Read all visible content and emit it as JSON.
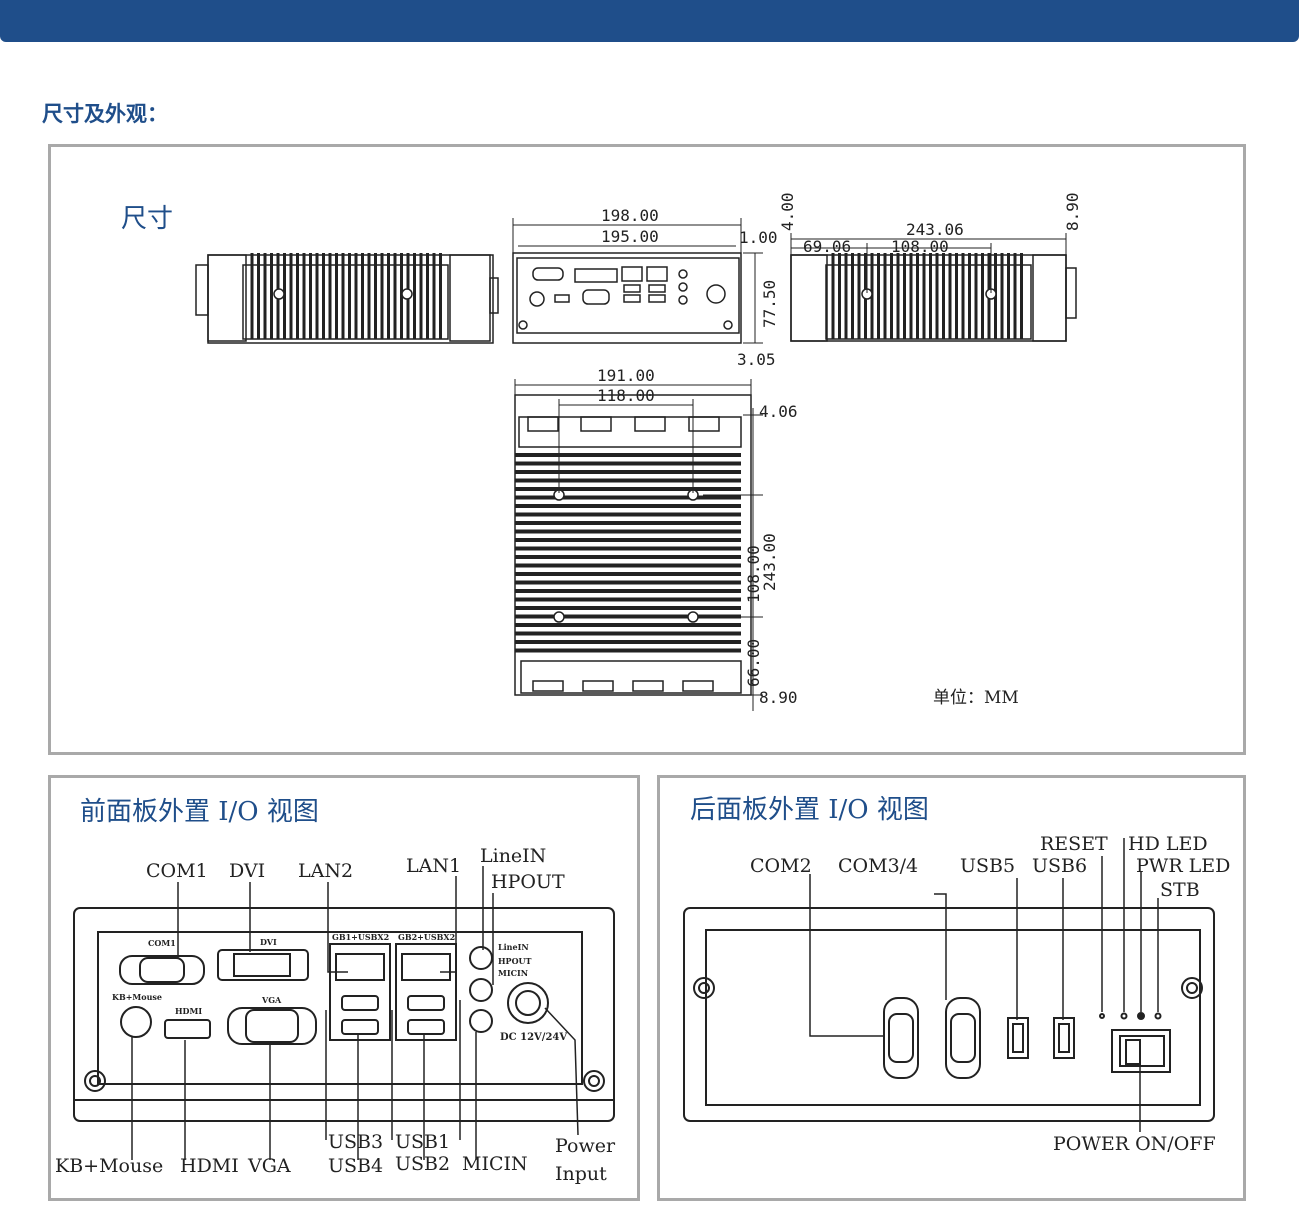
{
  "header": {
    "section_title": "尺寸及外观："
  },
  "colors": {
    "brand": "#1f4e8a",
    "panel_border": "#a9a9a9",
    "drawing": "#222222"
  },
  "dimensions_panel": {
    "title": "尺寸",
    "unit_note": "单位：MM",
    "front_view_dims": {
      "width_outer": "198.00",
      "width_inner": "195.00",
      "top_offset": "1.00",
      "height": "77.50",
      "bottom_offset": "3.05"
    },
    "side_view_dims": {
      "top_a": "4.00",
      "length": "243.06",
      "hole_a": "69.06",
      "hole_b": "108.00",
      "top_b": "8.90"
    },
    "top_view_dims": {
      "width": "191.00",
      "hole_spacing": "118.00",
      "front_offset": "4.06",
      "hole_pitch": "108.00",
      "depth": "243.00",
      "rear_hole": "66.00",
      "rear_offset": "8.90"
    }
  },
  "front_panel": {
    "title": "前面板外置 I/O 视图",
    "callouts": {
      "com1": "COM1",
      "dvi": "DVI",
      "lan2": "LAN2",
      "lan1": "LAN1",
      "linein": "LineIN",
      "hpout": "HPOUT",
      "kbmouse": "KB+Mouse",
      "hdmi": "HDMI",
      "vga": "VGA",
      "usb3": "USB3",
      "usb4": "USB4",
      "usb1": "USB1",
      "usb2": "USB2",
      "micin": "MICIN",
      "power": "Power",
      "input": "Input"
    },
    "silk": {
      "com1": "COM1",
      "dvi": "DVI",
      "kbmouse": "KB+Mouse",
      "hdmi": "HDMI",
      "vga": "VGA",
      "gb1": "GB1+USBX2",
      "gb2": "GB2+USBX2",
      "linein": "LineIN",
      "hpout": "HPOUT",
      "micin": "MICIN",
      "dc": "DC 12V/24V"
    }
  },
  "rear_panel": {
    "title": "后面板外置 I/O 视图",
    "callouts": {
      "com2": "COM2",
      "com34": "COM3/4",
      "usb5": "USB5",
      "usb6": "USB6",
      "reset": "RESET",
      "hdled": "HD LED",
      "pwrled": "PWR LED",
      "stb": "STB",
      "power": "POWER ON/OFF"
    }
  }
}
